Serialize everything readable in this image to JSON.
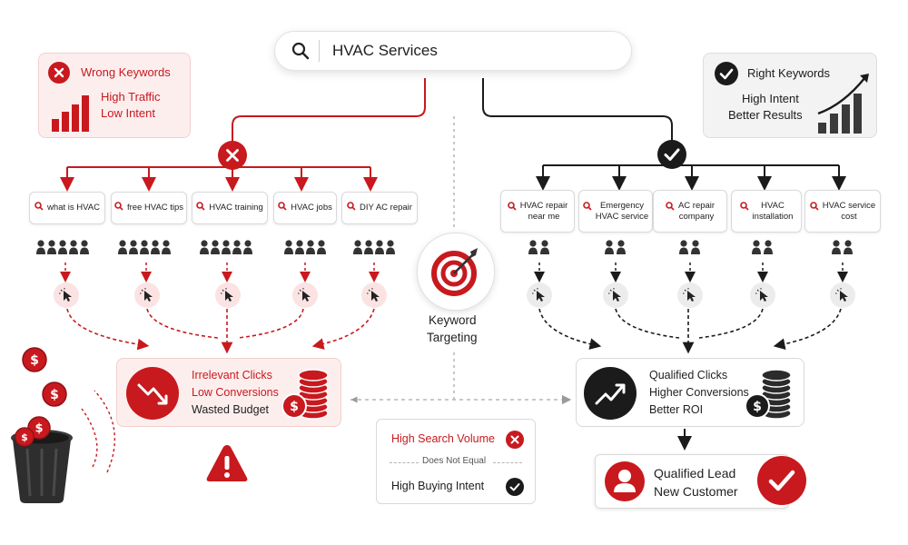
{
  "search": {
    "query": "HVAC Services"
  },
  "wrong_card": {
    "title": "Wrong Keywords",
    "line1": "High Traffic",
    "line2": "Low Intent"
  },
  "right_card": {
    "title": "Right Keywords",
    "line1": "High Intent",
    "line2": "Better Results"
  },
  "wrong_keywords": [
    "what is HVAC",
    "free HVAC tips",
    "HVAC training",
    "HVAC jobs",
    "DIY AC repair"
  ],
  "right_keywords": [
    [
      "HVAC repair",
      "near me"
    ],
    [
      "Emergency",
      "HVAC service"
    ],
    [
      "AC repair",
      "company"
    ],
    [
      "HVAC",
      "installation"
    ],
    [
      "HVAC service",
      "cost"
    ]
  ],
  "center": {
    "line1": "Keyword",
    "line2": "Targeting"
  },
  "bad_result": {
    "line1": "Irrelevant Clicks",
    "line2": "Low Conversions",
    "line3": "Wasted Budget"
  },
  "good_result": {
    "line1": "Qualified Clicks",
    "line2": "Higher Conversions",
    "line3": "Better ROI"
  },
  "comparison": {
    "top": "High Search Volume",
    "middle": "Does Not Equal",
    "bottom": "High Buying Intent"
  },
  "lead": {
    "line1": "Qualified Lead",
    "line2": "New Customer"
  },
  "colors": {
    "red": "#c8191e",
    "dark": "#1b1b1b",
    "light_red": "#fdeeee"
  }
}
